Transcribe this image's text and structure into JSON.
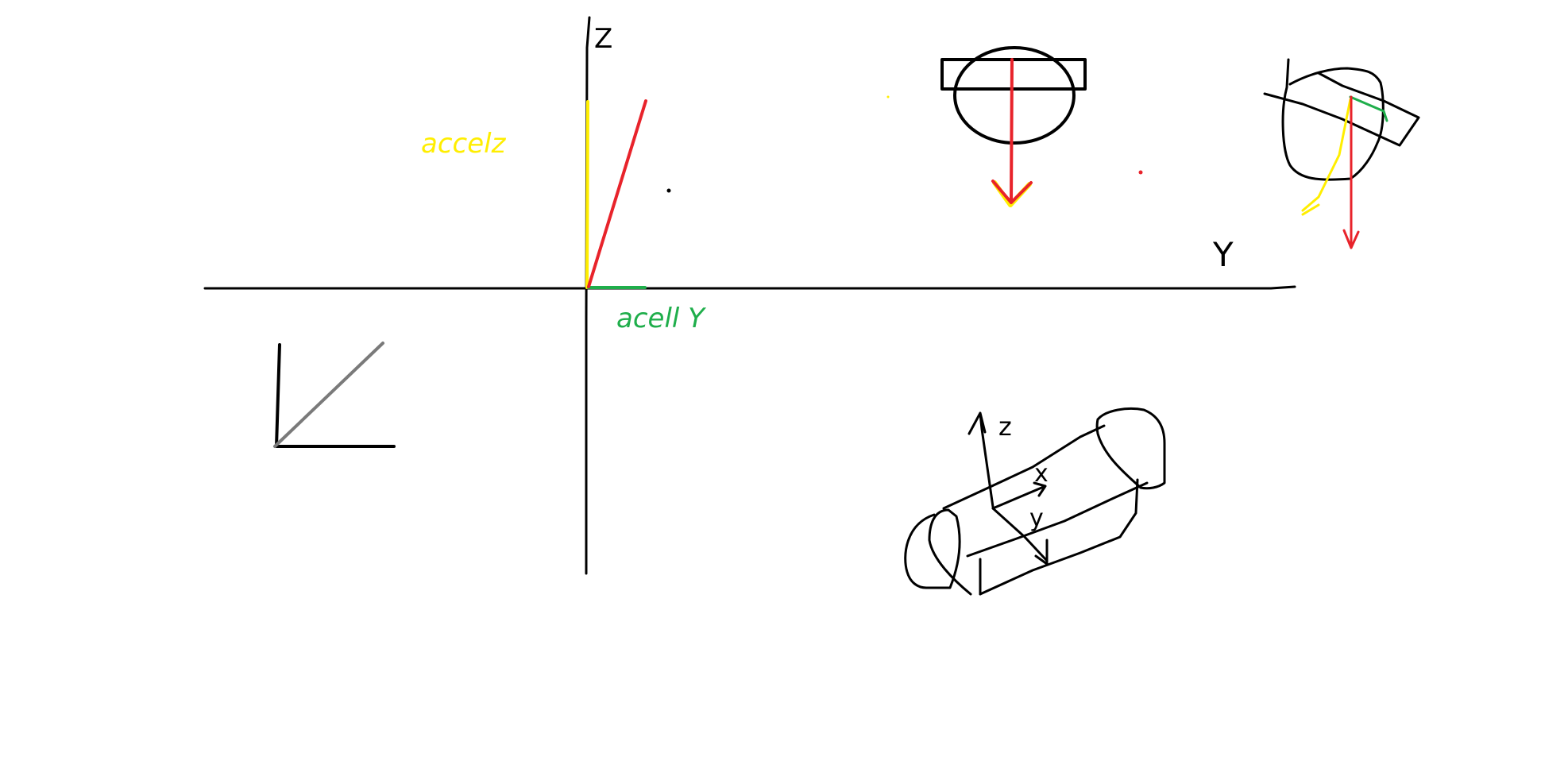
{
  "labels": {
    "z_axis": "Z",
    "y_axis": "Y",
    "accel_z": "accelz",
    "accel_y": "acell Y",
    "body_z": "z",
    "body_x": "x",
    "body_y": "y"
  },
  "colors": {
    "background": "#ffffff",
    "ink": "#000000",
    "red": "#e8232b",
    "yellow": "#ffee00",
    "green": "#1fae4b",
    "gray": "#7a7a7a"
  }
}
